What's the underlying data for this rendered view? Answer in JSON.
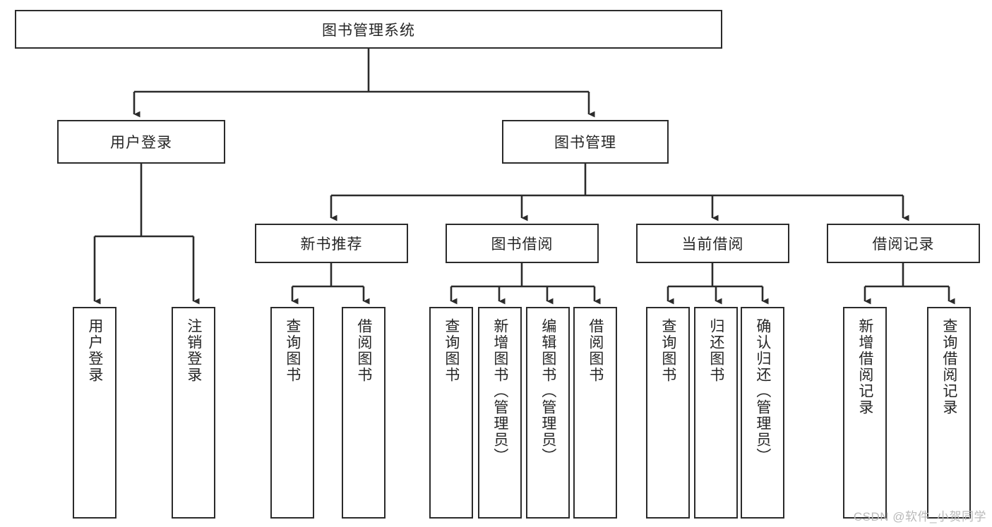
{
  "diagram": {
    "title": "图书管理系统",
    "type": "hierarchy-tree",
    "watermark": "CSDN @软件_小贺同学",
    "colors": {
      "border": "#2b2b2b",
      "text": "#262626",
      "background": "#ffffff",
      "watermark": "#b9b9b9"
    },
    "root": {
      "label": "图书管理系统"
    },
    "level2": [
      {
        "label": "用户登录"
      },
      {
        "label": "图书管理"
      }
    ],
    "level3": [
      {
        "label": "新书推荐"
      },
      {
        "label": "图书借阅"
      },
      {
        "label": "当前借阅"
      },
      {
        "label": "借阅记录"
      }
    ],
    "leaves": {
      "user_login": [
        {
          "label": "用户登录"
        },
        {
          "label": "注销登录"
        }
      ],
      "new_book_recommend": [
        {
          "label": "查询图书"
        },
        {
          "label": "借阅图书"
        }
      ],
      "book_borrow": [
        {
          "label": "查询图书"
        },
        {
          "label": "新增图书（管理员）"
        },
        {
          "label": "编辑图书（管理员）"
        },
        {
          "label": "借阅图书"
        }
      ],
      "current_borrow": [
        {
          "label": "查询图书"
        },
        {
          "label": "归还图书"
        },
        {
          "label": "确认归还（管理员）"
        }
      ],
      "borrow_record": [
        {
          "label": "新增借阅记录"
        },
        {
          "label": "查询借阅记录"
        }
      ]
    }
  }
}
